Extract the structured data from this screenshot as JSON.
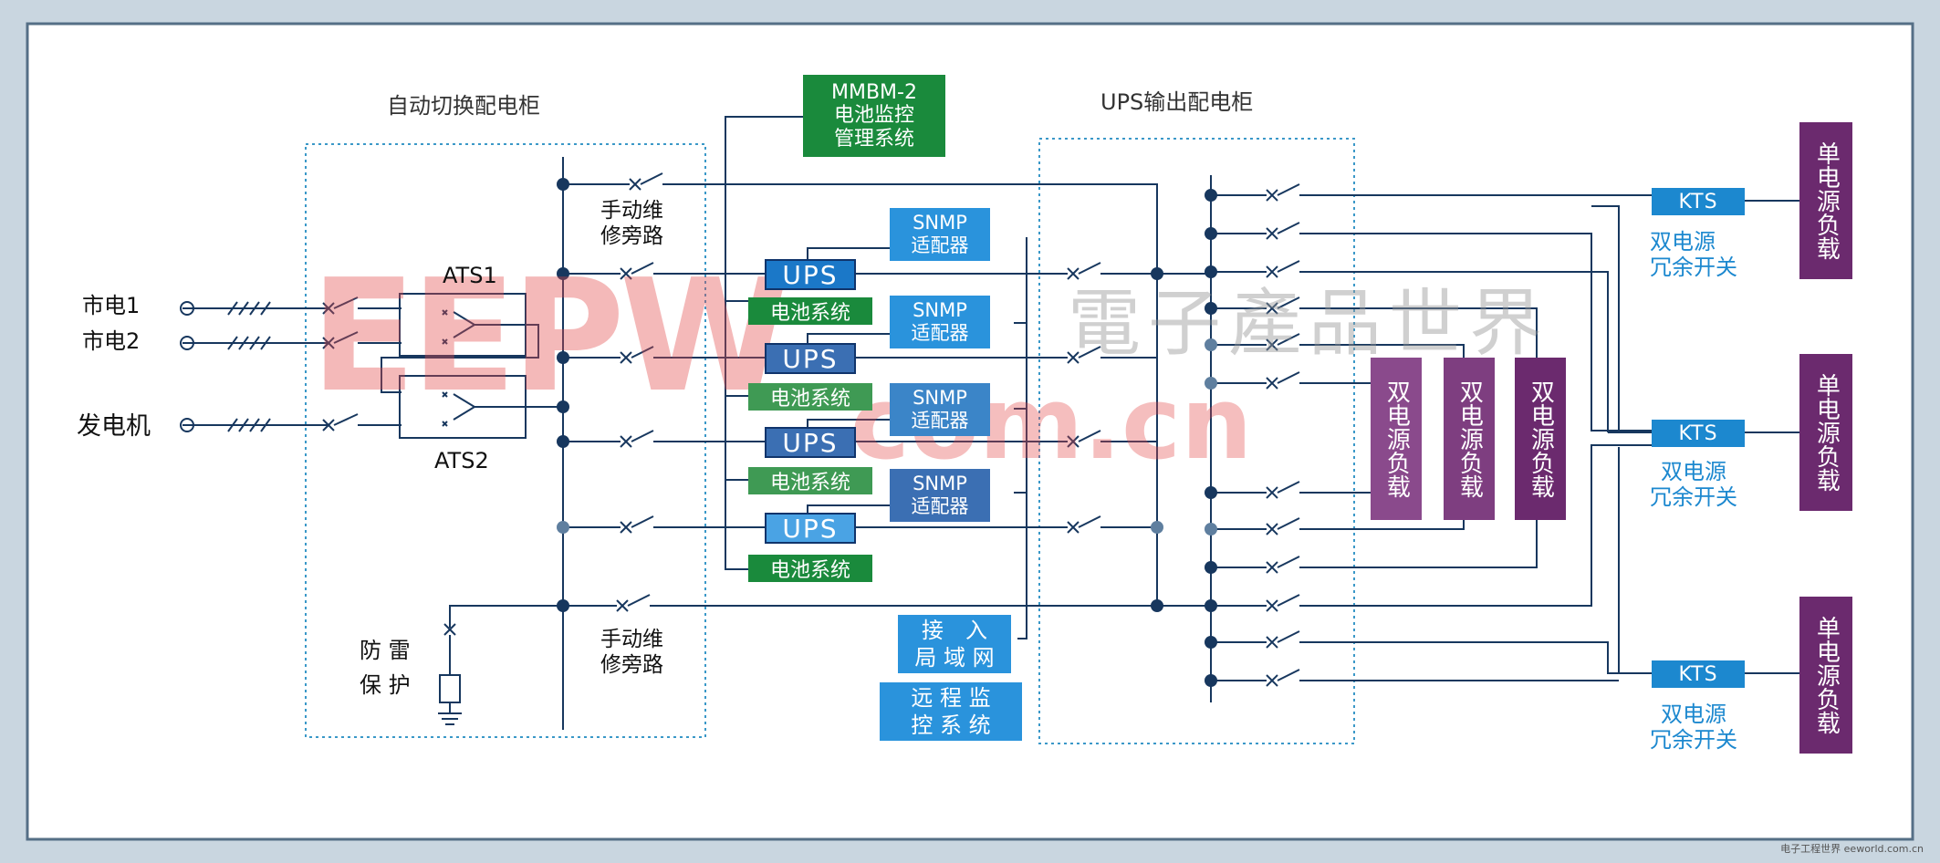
{
  "sections": {
    "ats_cabinet": "自动切换配电柜",
    "ups_output_cabinet": "UPS输出配电柜"
  },
  "sources": {
    "mains1": "市电1",
    "mains2": "市电2",
    "generator": "发电机"
  },
  "ats": {
    "ats1": "ATS1",
    "ats2": "ATS2"
  },
  "bypass": {
    "top": [
      "手动维",
      "修旁路"
    ],
    "bottom": [
      "手动维",
      "修旁路"
    ]
  },
  "lightning": [
    "防 雷",
    "保 护"
  ],
  "mmbm": [
    "MMBM-2",
    "电池监控",
    "管理系统"
  ],
  "ups_units": [
    "UPS",
    "UPS",
    "UPS",
    "UPS"
  ],
  "battery": [
    "电池系统",
    "电池系统",
    "电池系统",
    "电池系统"
  ],
  "snmp": [
    [
      "SNMP",
      "适配器"
    ],
    [
      "SNMP",
      "适配器"
    ],
    [
      "SNMP",
      "适配器"
    ],
    [
      "SNMP",
      "适配器"
    ]
  ],
  "lan": [
    "接　入",
    "局 域 网"
  ],
  "remote": [
    "远 程 监",
    "控 系 统"
  ],
  "dual_loads": [
    "双电源负载",
    "双电源负载",
    "双电源负载"
  ],
  "kts": [
    "KTS",
    "KTS",
    "KTS"
  ],
  "kts_caption": [
    [
      "双电源",
      "冗余开关"
    ],
    [
      "双电源",
      "冗余开关"
    ],
    [
      "双电源",
      "冗余开关"
    ]
  ],
  "single_loads": [
    "单电源负载",
    "单电源负载",
    "单电源负载"
  ],
  "watermark": {
    "brand": "EEPW",
    "domain": ".com.cn",
    "chinese": "電子產品世界"
  },
  "corner_logo": [
    "电子工程世界",
    "eeworld.com.cn"
  ],
  "colors": {
    "line": "#17375e",
    "dotted_border": "#3a98c8",
    "green": "#1a8a3c",
    "ups_blue": "#1b78c8",
    "light_blue": "#2a93dc",
    "purple": "#6b2a6e",
    "caption_blue": "#1c88cf"
  }
}
